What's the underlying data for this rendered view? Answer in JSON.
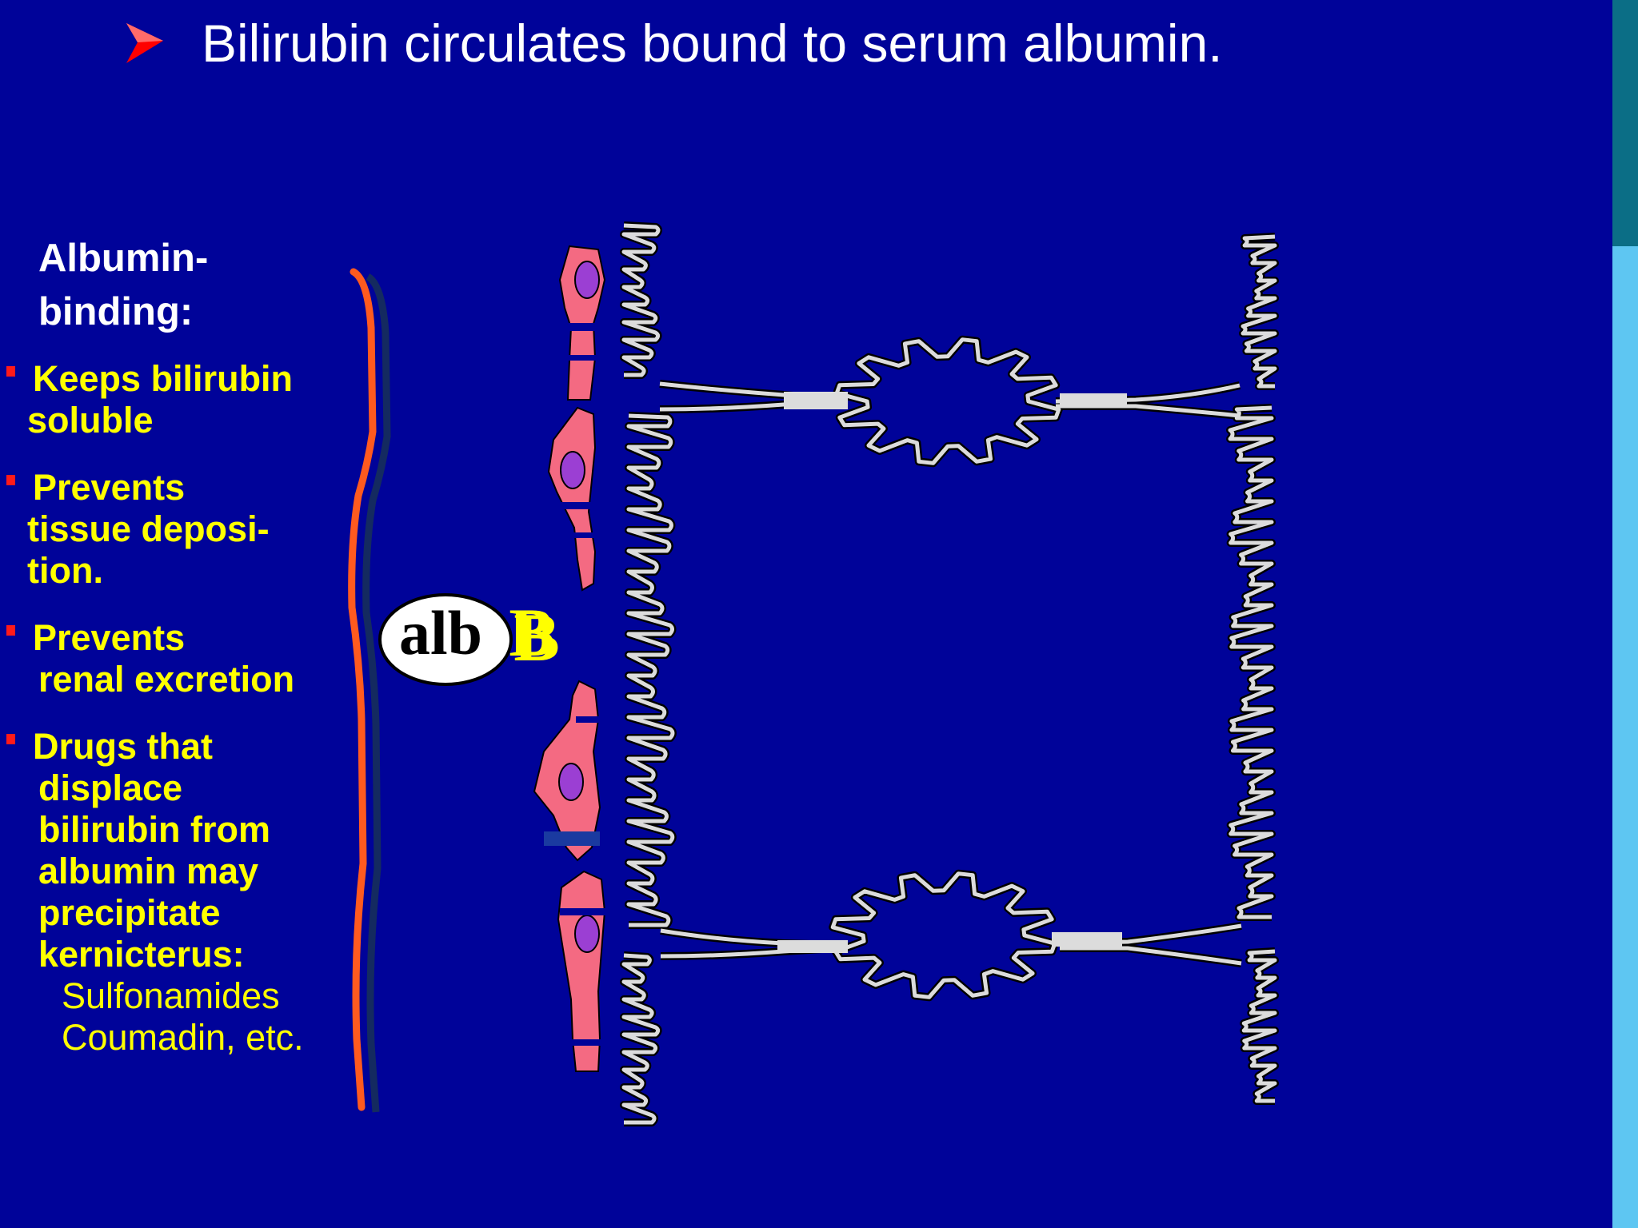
{
  "title": "Bilirubin circulates bound to serum albumin.",
  "heading": [
    "Albumin-",
    "binding:"
  ],
  "bullets": [
    {
      "lines": [
        "Keeps bilirubin",
        "soluble"
      ]
    },
    {
      "lines": [
        "Prevents",
        "tissue deposi-",
        "tion."
      ]
    },
    {
      "lines": [
        "Prevents",
        "renal excretion"
      ]
    },
    {
      "lines": [
        "Drugs that",
        "displace",
        "bilirubin from",
        "albumin may",
        "precipitate",
        "kernicterus:"
      ],
      "drugs": [
        "Sulfonamides",
        "Coumadin, etc."
      ]
    }
  ],
  "diagram": {
    "albumin_label": "alb",
    "bilirubin_label": "B"
  },
  "colors": {
    "background": "#000399",
    "title_text": "#ffffff",
    "bullet_text": "#ffff00",
    "bullet_marker": "#ff1a1a",
    "title_arrow": "#ff0000",
    "brace": "#ff5a1f",
    "cell_body": "#f46a82",
    "cell_nucleus": "#9b3fd3",
    "membrane_outline": "#dcdcdc"
  },
  "icons": {
    "title_bullet": "red-arrowhead-icon"
  }
}
